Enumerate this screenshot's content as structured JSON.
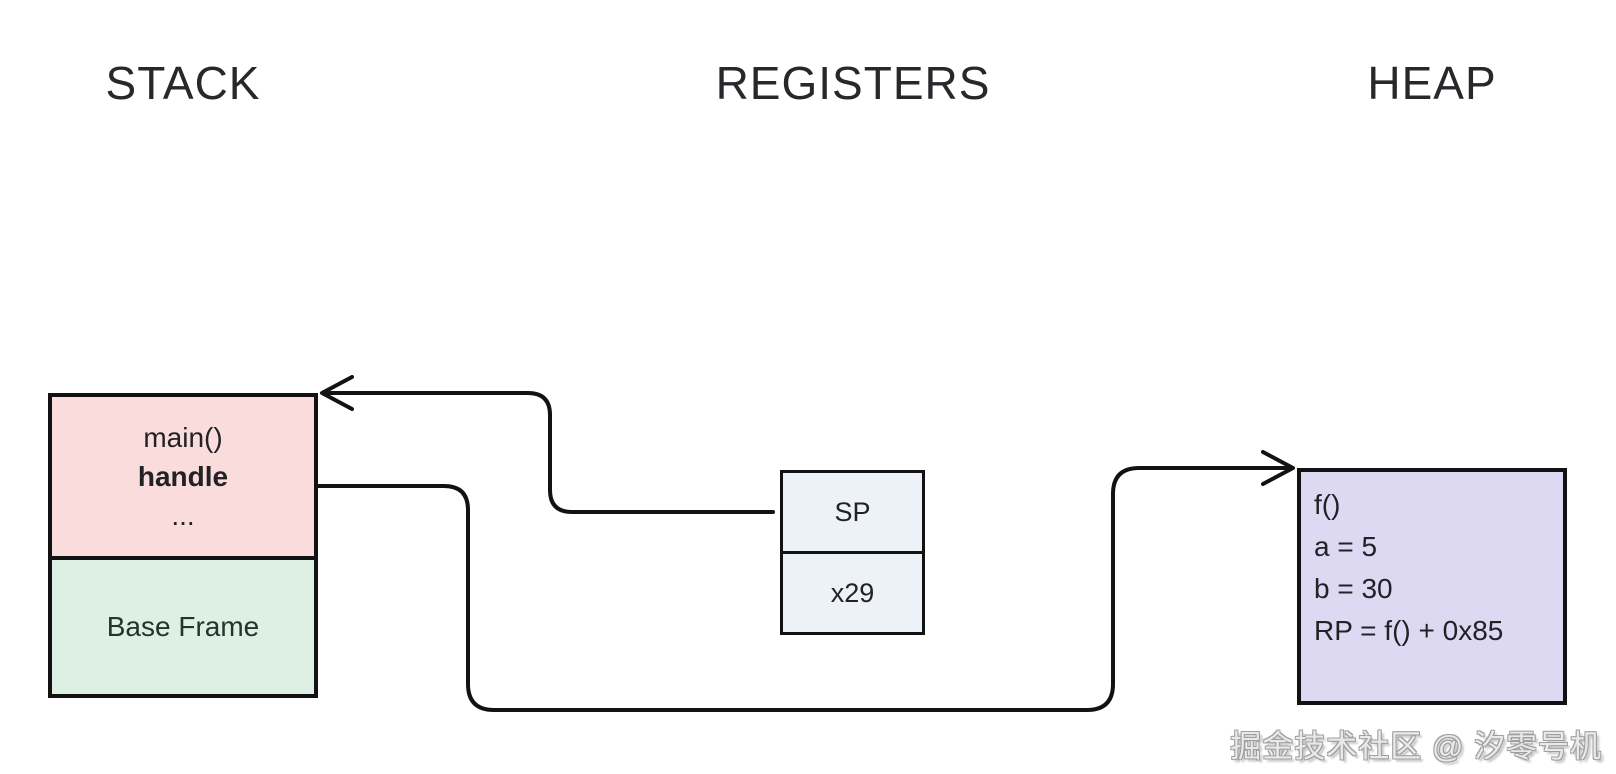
{
  "titles": {
    "stack": "STACK",
    "registers": "REGISTERS",
    "heap": "HEAP"
  },
  "stack": {
    "frame": {
      "lines": [
        "main()",
        "handle",
        "..."
      ]
    },
    "base_label": "Base Frame"
  },
  "registers": {
    "cells": [
      "SP",
      "x29"
    ]
  },
  "heap": {
    "lines": [
      "f()",
      "a = 5",
      "b = 30",
      "RP = f() + 0x85"
    ]
  },
  "arrows": [
    {
      "name": "sp-to-stack",
      "from": "SP register",
      "to": "top of stack frame"
    },
    {
      "name": "handle-to-heap",
      "from": "handle entry in stack frame",
      "to": "heap f() block"
    }
  ],
  "watermark": "掘金技术社区 @ 汐零号机",
  "colors": {
    "stack_frame_fill": "#fbdcdc",
    "stack_base_fill": "#def0e4",
    "registers_fill": "#edf1f8",
    "heap_fill": "#ded9f3",
    "line": "#121212",
    "title_text": "#28282c"
  }
}
